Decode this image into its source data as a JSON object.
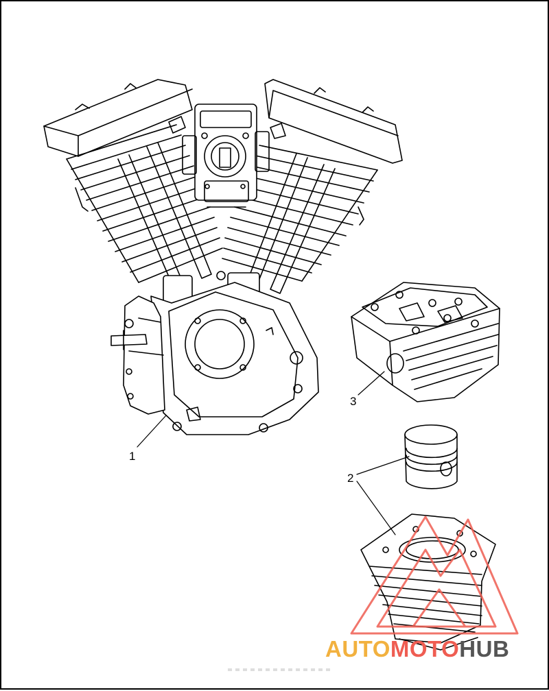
{
  "diagram": {
    "callouts": [
      {
        "id": "1",
        "label": "1"
      },
      {
        "id": "2",
        "label": "2"
      },
      {
        "id": "3",
        "label": "3"
      }
    ]
  },
  "watermark": {
    "part_a": "AUTO",
    "part_b": "MOTO",
    "part_c": "HUB",
    "colors": {
      "part_a": "#f2b13f",
      "part_b": "#ef5d52",
      "part_c": "#555555",
      "triangle": "#ef5d52"
    }
  }
}
